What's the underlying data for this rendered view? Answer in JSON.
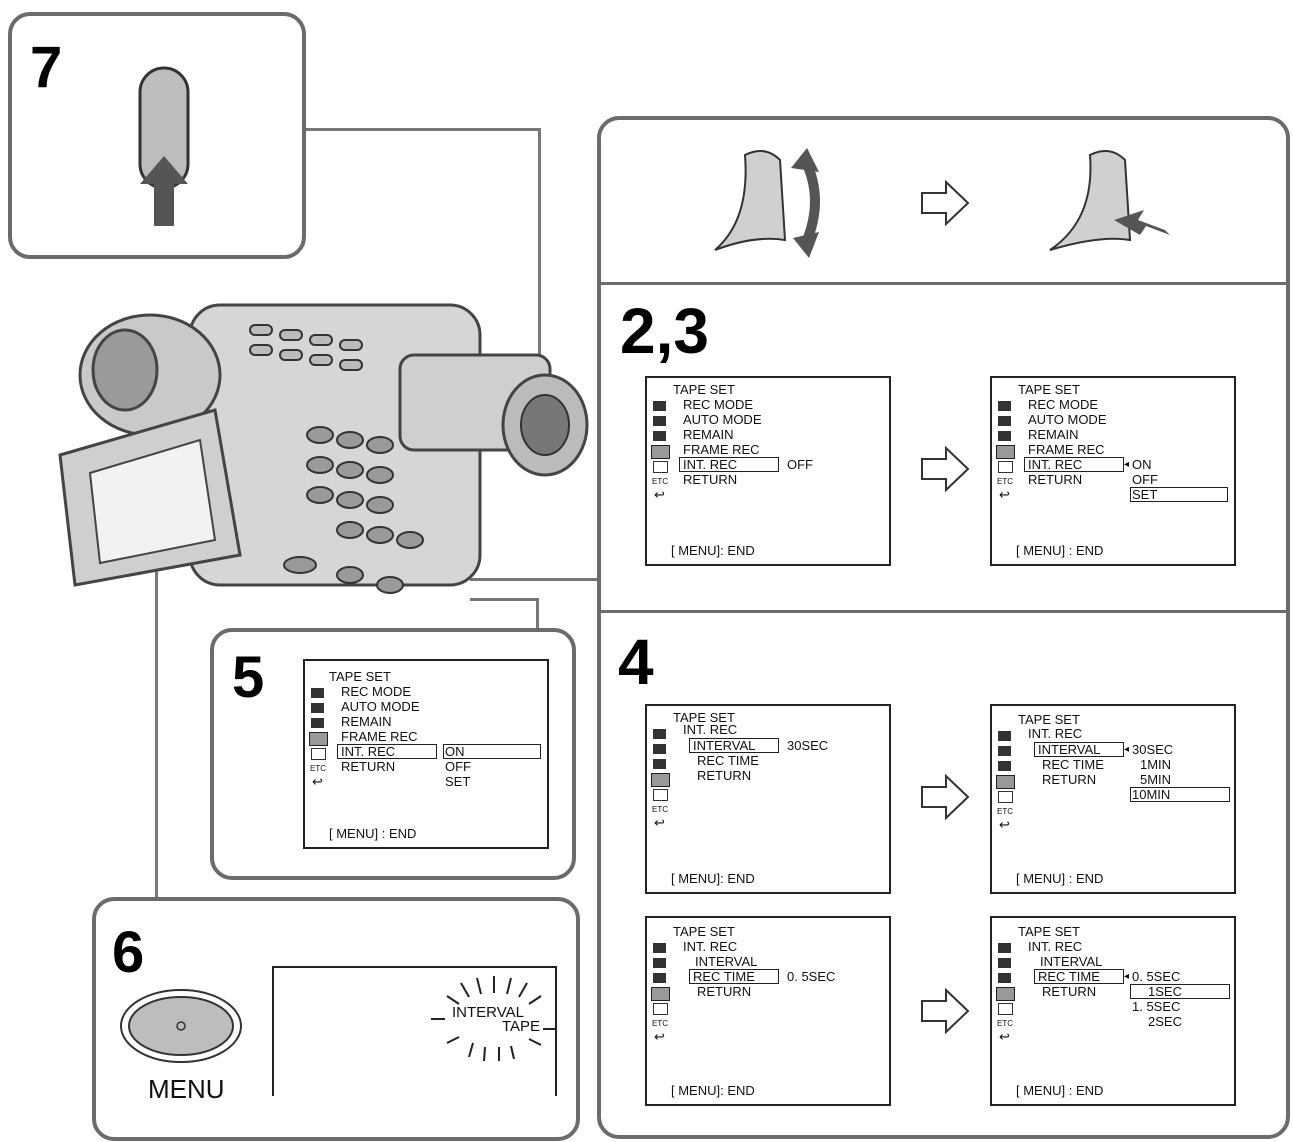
{
  "steps": {
    "s7": "7",
    "s23": "2,3",
    "s4": "4",
    "s5": "5",
    "s6": "6"
  },
  "menu_button_label": "MENU",
  "screen_a": {
    "title": "TAPE SET",
    "items": [
      "REC MODE",
      "AUTO MODE",
      "REMAIN",
      "FRAME REC",
      "INT. REC",
      "RETURN"
    ],
    "value": "OFF",
    "end": "[ MENU]: END"
  },
  "screen_b": {
    "title": "TAPE SET",
    "items": [
      "REC MODE",
      "AUTO MODE",
      "REMAIN",
      "FRAME REC",
      "INT. REC",
      "RETURN"
    ],
    "options": [
      "ON",
      "OFF",
      "SET"
    ],
    "end": "[ MENU] : END"
  },
  "screen_5": {
    "title": "TAPE SET",
    "items": [
      "REC MODE",
      "AUTO MODE",
      "REMAIN",
      "FRAME REC",
      "INT. REC",
      "RETURN"
    ],
    "options": [
      "ON",
      "OFF",
      "SET"
    ],
    "end": "[ MENU] : END"
  },
  "screen_c": {
    "title": "TAPE SET",
    "sub": "INT. REC",
    "items": [
      "INTERVAL",
      "REC TIME",
      "RETURN"
    ],
    "value": "30SEC",
    "end": "[ MENU]: END"
  },
  "screen_d": {
    "title": "TAPE SET",
    "sub": "INT. REC",
    "items": [
      "INTERVAL",
      "REC TIME",
      "RETURN"
    ],
    "options": [
      "30SEC",
      "1MIN",
      "5MIN",
      "10MIN"
    ],
    "end": "[ MENU] : END"
  },
  "screen_e": {
    "title": "TAPE SET",
    "sub": "INT. REC",
    "items": [
      "INTERVAL",
      "REC TIME",
      "RETURN"
    ],
    "value": "0. 5SEC",
    "end": "[ MENU]: END"
  },
  "screen_f": {
    "title": "TAPE SET",
    "sub": "INT. REC",
    "items": [
      "INTERVAL",
      "REC TIME",
      "RETURN"
    ],
    "options": [
      "0. 5SEC",
      "1SEC",
      "1. 5SEC",
      "2SEC"
    ],
    "end": "[ MENU] : END"
  },
  "display6": {
    "line1": "INTERVAL",
    "line2": "TAPE"
  }
}
